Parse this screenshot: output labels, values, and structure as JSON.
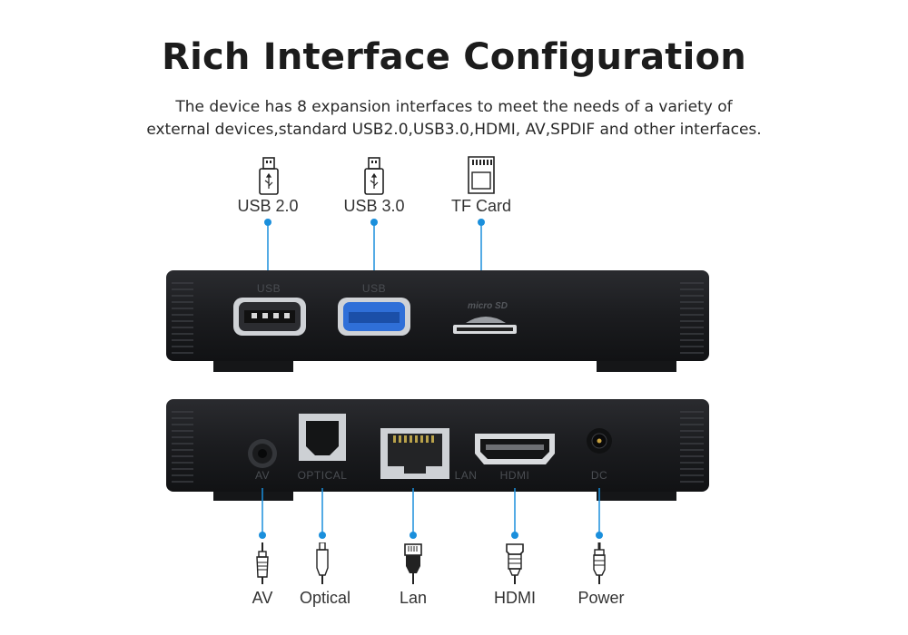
{
  "heading": {
    "title": "Rich Interface Configuration",
    "description_line1": "The device has 8 expansion interfaces to meet the needs of a variety of",
    "description_line2": "external devices,standard USB2.0,USB3.0,HDMI, AV,SPDIF and other interfaces."
  },
  "front_interfaces": [
    {
      "label": "USB 2.0",
      "icon": "usb-icon",
      "port_label": "USB"
    },
    {
      "label": "USB 3.0",
      "icon": "usb-icon",
      "port_label": "USB"
    },
    {
      "label": "TF Card",
      "icon": "sd-card-icon",
      "port_label": "micro SD"
    }
  ],
  "back_interfaces": [
    {
      "label": "AV",
      "icon": "av-plug-icon",
      "port_label": "AV"
    },
    {
      "label": "Optical",
      "icon": "optical-plug-icon",
      "port_label": "OPTICAL"
    },
    {
      "label": "Lan",
      "icon": "rj45-plug-icon",
      "port_label": "LAN"
    },
    {
      "label": "HDMI",
      "icon": "hdmi-plug-icon",
      "port_label": "HDMI"
    },
    {
      "label": "Power",
      "icon": "dc-plug-icon",
      "port_label": "DC"
    }
  ],
  "colors": {
    "accent": "#1a8fdc",
    "device_body": "#1b1c1f",
    "usb3_blue": "#2f6fd8",
    "text": "#333333"
  }
}
